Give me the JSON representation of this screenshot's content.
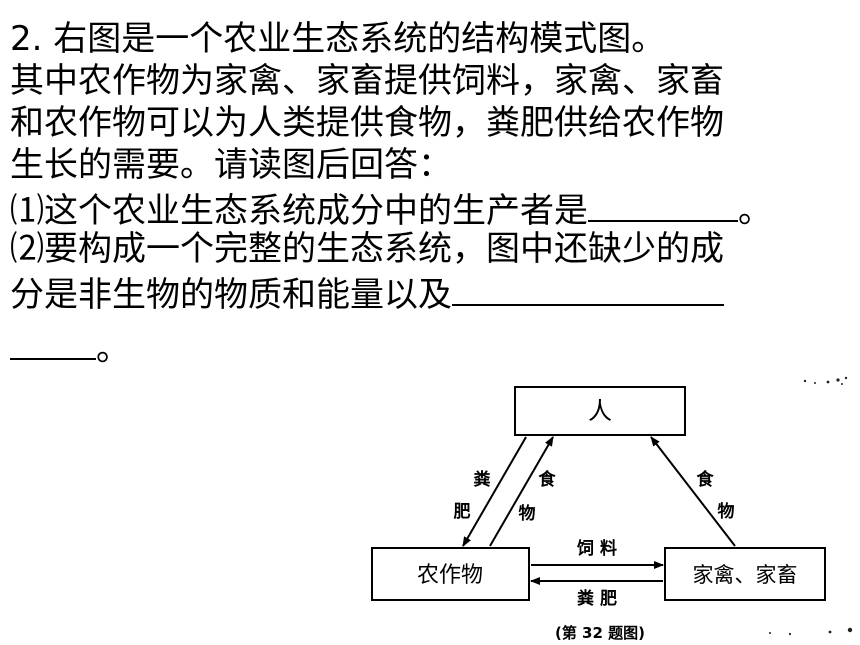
{
  "question": {
    "line1": "2. 右图是一个农业生态系统的结构模式图。",
    "line2": "其中农作物为家禽、家畜提供饲料，家禽、家畜",
    "line3": "和农作物可以为人类提供食物，粪肥供给农作物",
    "line4": "生长的需要。请读图后回答：",
    "q1": "⑴这个农业生态系统成分中的生产者是",
    "q1_end": "。",
    "q2_line1": "⑵要构成一个完整的生态系统，图中还缺少的成",
    "q2_line2": "分是非生物的物质和能量以及",
    "q2_end": "。"
  },
  "diagram": {
    "nodes": {
      "human": "人",
      "crops": "农作物",
      "livestock": "家禽、家畜"
    },
    "edge_labels": {
      "manure_left_1": "粪",
      "manure_left_2": "肥",
      "food_left_1": "食",
      "food_left_2": "物",
      "food_right_1": "食",
      "food_right_2": "物",
      "feed": "饲 料",
      "manure_bottom": "粪 肥"
    },
    "caption": "(第 32 题图)"
  }
}
